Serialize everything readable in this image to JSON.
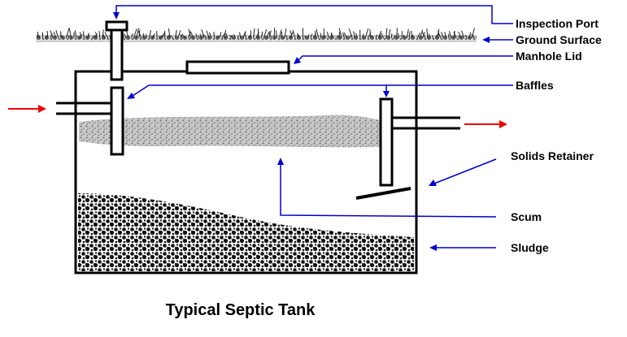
{
  "title": "Typical Septic Tank",
  "labels": {
    "inspection_port": "Inspection Port",
    "ground_surface": "Ground Surface",
    "manhole_lid": "Manhole Lid",
    "baffles": "Baffles",
    "solids_retainer": "Solids Retainer",
    "scum": "Scum",
    "sludge": "Sludge"
  },
  "colors": {
    "outline": "#000000",
    "leader": "#0000cc",
    "flow_arrow": "#ee0000",
    "scum": "#999999",
    "sludge": "#111111"
  }
}
